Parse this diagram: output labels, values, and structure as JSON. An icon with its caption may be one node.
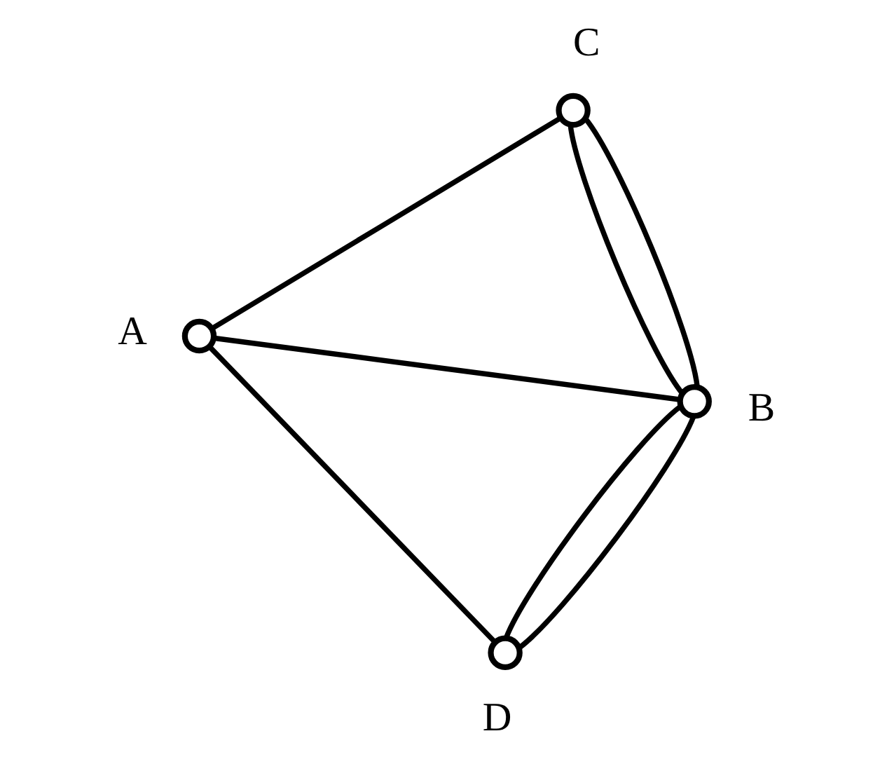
{
  "diagram": {
    "nodes": [
      {
        "text": [],
        "shape": "circle",
        "beside": [
          "C"
        ]
      },
      {
        "text": [],
        "shape": "circle",
        "beside": [
          "A"
        ]
      },
      {
        "text": [],
        "shape": "circle",
        "beside": [
          "B"
        ]
      },
      {
        "text": [],
        "shape": "circle",
        "beside": [
          "D"
        ]
      }
    ],
    "edges": [
      {
        "from": 1,
        "to": 0,
        "arrow": "none"
      },
      {
        "from": 1,
        "to": 2,
        "arrow": "none"
      },
      {
        "from": 1,
        "to": 3,
        "arrow": "none"
      },
      {
        "from": 0,
        "to": 2,
        "arrow": "none"
      },
      {
        "from": 0,
        "to": 2,
        "arrow": "none"
      },
      {
        "from": 3,
        "to": 2,
        "arrow": "none"
      },
      {
        "from": 3,
        "to": 2,
        "arrow": "none"
      }
    ]
  }
}
